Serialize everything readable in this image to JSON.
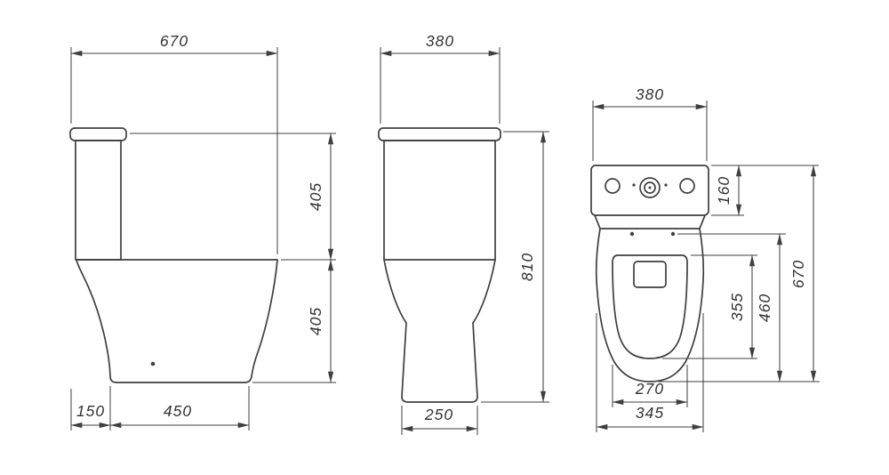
{
  "dims": {
    "side": {
      "depth": "670",
      "tank_height": "405",
      "bowl_height": "405",
      "back_offset": "150",
      "base_depth": "450"
    },
    "front": {
      "width": "380",
      "height": "810",
      "base_width": "250"
    },
    "top": {
      "tank_width": "380",
      "tank_depth": "160",
      "seat_depth": "460",
      "total_depth": "670",
      "opening_depth": "355",
      "opening_width": "270",
      "seat_width": "345"
    }
  },
  "colors": {
    "line": "#3f3f3f",
    "text": "#333333",
    "background": "#ffffff"
  }
}
